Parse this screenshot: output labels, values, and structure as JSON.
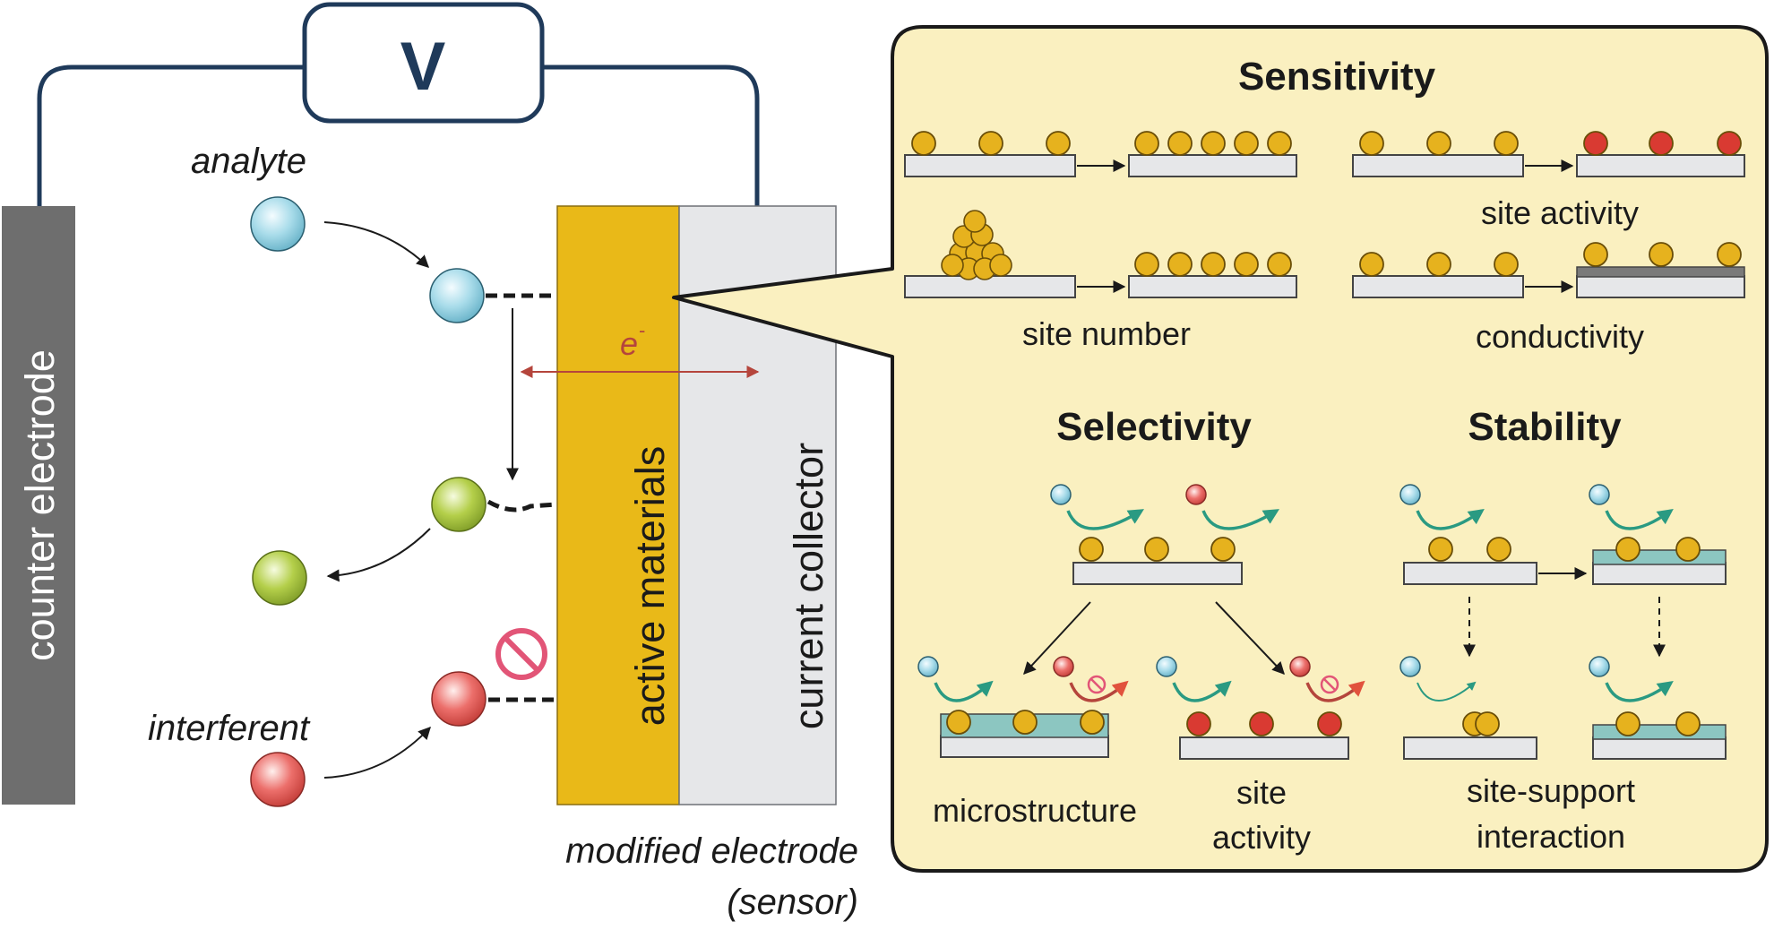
{
  "voltmeter": {
    "label": "V"
  },
  "left": {
    "counter_electrode": "counter electrode",
    "active_materials": "active materials",
    "current_collector": "current collector",
    "electron": "e",
    "electron_sup": "-",
    "analyte": "analyte",
    "interferent": "interferent",
    "modified_electrode": "modified electrode",
    "sensor": "(sensor)"
  },
  "panel": {
    "sensitivity": {
      "title": "Sensitivity",
      "site_number": "site number",
      "site_activity": "site activity",
      "conductivity": "conductivity"
    },
    "selectivity": {
      "title": "Selectivity",
      "microstructure": "microstructure",
      "site_activity_1": "site",
      "site_activity_2": "activity"
    },
    "stability": {
      "title": "Stability",
      "interaction_1": "site-support",
      "interaction_2": "interaction"
    }
  },
  "colors": {
    "wire": "#1f3a5a",
    "electrode_gray": "#6e6e6e",
    "active_yellow": "#e9b918",
    "collector_gray": "#e6e7e9",
    "panel_bg": "#faf0c0",
    "site_gold": "#e6b21e",
    "site_red": "#d93a32",
    "analyte_blue": "#a9dcea",
    "product_green": "#b4cf4a",
    "interferent_red": "#ec6f6b",
    "coating_teal": "#8cc6c1",
    "arrow_red": "#b5453c",
    "arrow_green": "#2a9a82",
    "block_pink": "#e25577"
  }
}
